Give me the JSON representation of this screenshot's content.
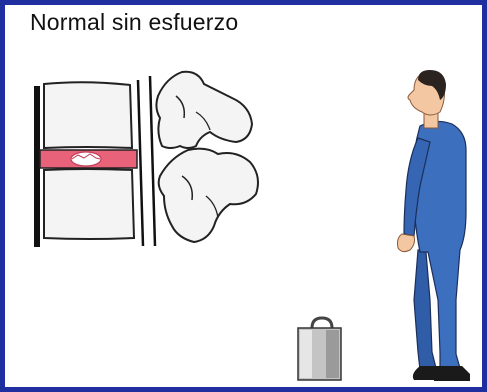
{
  "title": "Normal sin esfuerzo",
  "colors": {
    "frame": "#1f2fa0",
    "disc": "#e8637a",
    "nucleus": "#ffffff",
    "bone": "#f4f4f4",
    "ligament": "#111111",
    "suit": "#3c6fbe",
    "skin": "#f3c7a2",
    "hair": "#2a2320",
    "shoe": "#1a1a1a",
    "weight": "#b8b8b8"
  },
  "figures": {
    "spine": "lumbar-spine-segment",
    "person": "standing-man",
    "load": "weight-bag"
  }
}
